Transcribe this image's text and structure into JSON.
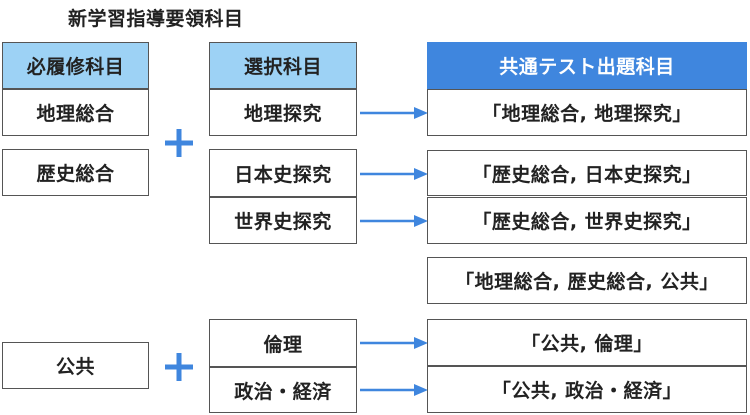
{
  "title": "新学習指導要領科目",
  "colors": {
    "header_light": "#9dd2f5",
    "header_dark": "#3f86de",
    "accent": "#3f86de",
    "border": "#555555"
  },
  "required": {
    "header": "必履修科目",
    "items": [
      "地理総合",
      "歴史総合",
      "公共"
    ]
  },
  "elective": {
    "header": "選択科目",
    "items": [
      "地理探究",
      "日本史探究",
      "世界史探究",
      "倫理",
      "政治・経済"
    ]
  },
  "exam": {
    "header": "共通テスト出題科目",
    "items": [
      "「地理総合, 地理探究」",
      "「歴史総合, 日本史探究」",
      "「歴史総合, 世界史探究」",
      "「地理総合, 歴史総合, 公共」",
      "「公共, 倫理」",
      "「公共, 政治・経済」"
    ]
  }
}
